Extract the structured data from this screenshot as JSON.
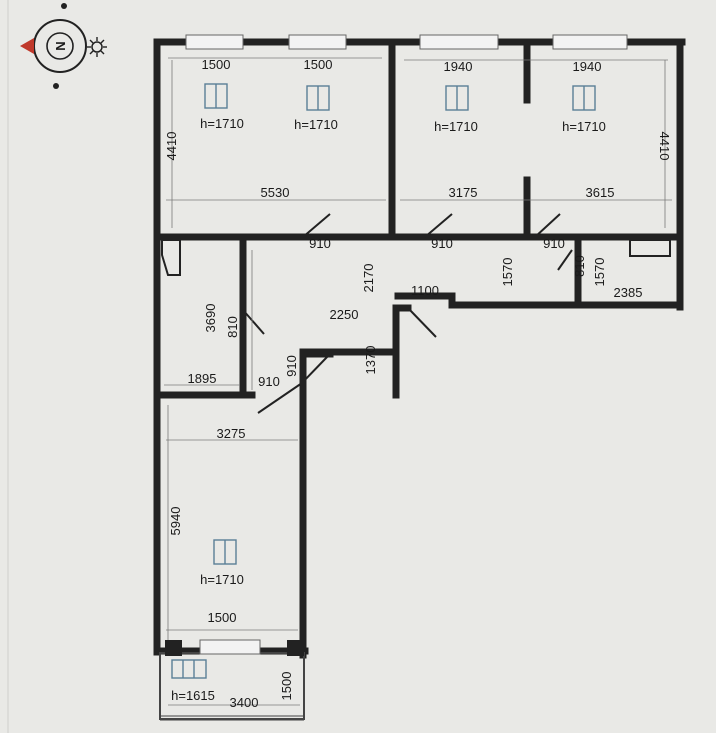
{
  "compass": {
    "label": "N"
  },
  "window_widths": {
    "bed1_w1": "1500",
    "bed1_w2": "1500",
    "room2": "1940",
    "room3": "1940",
    "loggia_inner": "1500"
  },
  "window_heights": {
    "h1": "h=1710",
    "h2": "h=1710",
    "h3": "h=1710",
    "h4": "h=1710",
    "h5": "h=1710",
    "h6": "h=1615"
  },
  "room_dims": {
    "left_depth": "4410",
    "right_depth": "4410",
    "room1_width": "5530",
    "room2_width": "3175",
    "room3_width": "3615",
    "door_a": "910",
    "door_b": "910",
    "door_c": "910",
    "door_d": "910",
    "door_e": "910",
    "bath_height": "3690",
    "bath_door": "810",
    "bath_width": "1895",
    "hall_a": "2170",
    "hall_b": "2250",
    "hall_c": "1100",
    "hall_d": "1370",
    "hall_e": "1570",
    "wc_door": "810",
    "wc_height": "1570",
    "wc_width": "2385",
    "kitchen_width": "3275",
    "kitchen_depth": "5940",
    "loggia_width": "3400",
    "loggia_depth": "1500"
  }
}
